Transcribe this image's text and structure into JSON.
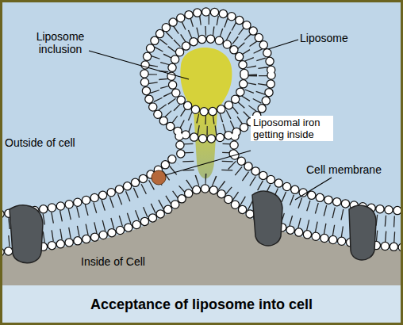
{
  "diagram": {
    "caption": "Acceptance of liposome into cell",
    "nodes": [
      {
        "text": [
          "Liposomal iron getting inside"
        ]
      }
    ],
    "labels": [
      "Liposome inclusion",
      "Liposome",
      "Outside of cell",
      "Cell membrane",
      "Inside of Cell"
    ]
  }
}
